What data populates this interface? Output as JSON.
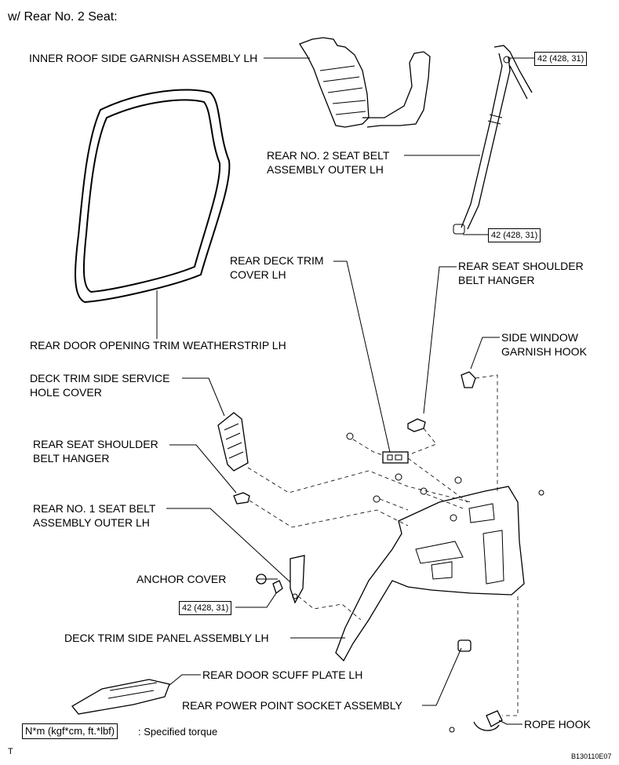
{
  "heading": "w/ Rear No. 2 Seat:",
  "labels": {
    "inner_roof_garnish": "INNER ROOF SIDE GARNISH ASSEMBLY LH",
    "rear_no2_belt_1": "REAR NO. 2 SEAT BELT",
    "rear_no2_belt_2": "ASSEMBLY OUTER LH",
    "rear_deck_trim_1": "REAR DECK TRIM",
    "rear_deck_trim_2": "COVER LH",
    "shoulder_hanger_upper_1": "REAR SEAT SHOULDER",
    "shoulder_hanger_upper_2": "BELT HANGER",
    "side_window_hook_1": "SIDE WINDOW",
    "side_window_hook_2": "GARNISH HOOK",
    "weatherstrip": "REAR DOOR OPENING TRIM WEATHERSTRIP LH",
    "service_cover_1": "DECK TRIM SIDE SERVICE",
    "service_cover_2": "HOLE COVER",
    "shoulder_hanger_lower_1": "REAR SEAT SHOULDER",
    "shoulder_hanger_lower_2": "BELT HANGER",
    "rear_no1_belt_1": "REAR NO. 1 SEAT BELT",
    "rear_no1_belt_2": "ASSEMBLY OUTER LH",
    "anchor_cover": "ANCHOR COVER",
    "deck_side_panel": "DECK TRIM SIDE PANEL ASSEMBLY LH",
    "scuff_plate": "REAR DOOR SCUFF PLATE LH",
    "power_point": "REAR POWER POINT SOCKET ASSEMBLY",
    "rope_hook": "ROPE HOOK"
  },
  "torques": {
    "upper_belt_top": "42 (428, 31)",
    "upper_belt_bottom": "42 (428, 31)",
    "lower_belt": "42 (428, 31)"
  },
  "legend": {
    "box": "N*m (kgf*cm, ft.*lbf)",
    "text": ": Specified torque"
  },
  "corner_mark": "T",
  "figure_code": "B130110E07"
}
